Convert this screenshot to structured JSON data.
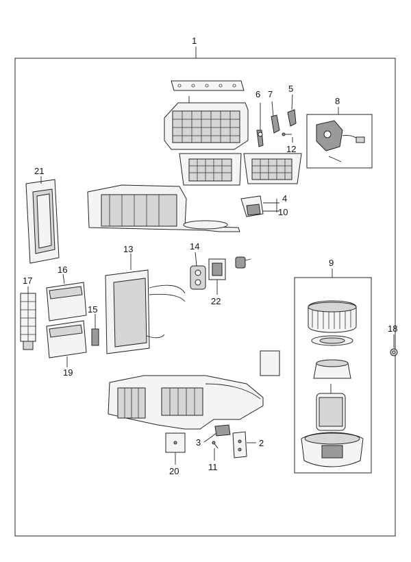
{
  "labels": {
    "l1": "1",
    "l2": "2",
    "l3": "3",
    "l4": "4",
    "l5": "5",
    "l6": "6",
    "l7": "7",
    "l8": "8",
    "l9": "9",
    "l10": "10",
    "l11": "11",
    "l12": "12",
    "l13": "13",
    "l14": "14",
    "l15": "15",
    "l16": "16",
    "l17": "17",
    "l18": "18",
    "l19": "19",
    "l20": "20",
    "l21": "21",
    "l22": "22"
  },
  "colors": {
    "line": "#222222",
    "background": "#ffffff",
    "shade": "#9a9a9a"
  }
}
